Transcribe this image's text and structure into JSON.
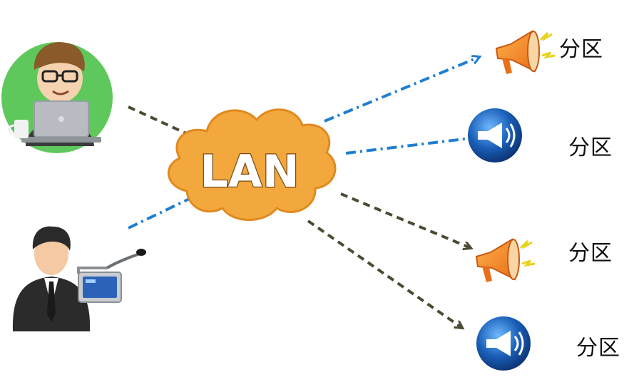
{
  "network": {
    "label": "LAN"
  },
  "zones": [
    {
      "label": "分区",
      "speaker": "orange-horn",
      "link": "blue-dash-dot"
    },
    {
      "label": "分区",
      "speaker": "blue-round",
      "link": "blue-dash-dot"
    },
    {
      "label": "分区",
      "speaker": "orange-horn",
      "link": "dark-dashed"
    },
    {
      "label": "分区",
      "speaker": "blue-round",
      "link": "dark-dashed"
    }
  ],
  "colors": {
    "cloud_fill": "#f3a83e",
    "cloud_stroke": "#e08a1e",
    "dashed_arrow": "#4d4a33",
    "dashdot_arrow": "#1f7fd0",
    "avatar_bg": "#5fc85c"
  }
}
